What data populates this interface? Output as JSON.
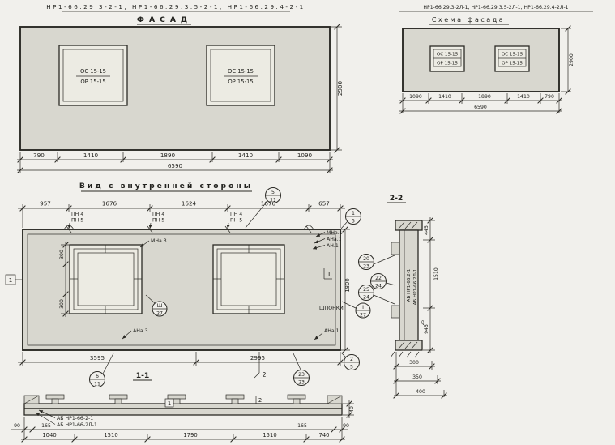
{
  "colors": {
    "paper": "#f1f0ec",
    "panel_fill": "#d8d7cf",
    "opening_fill": "#ecebe3",
    "ink": "#2b2a25"
  },
  "facade": {
    "title": "НР1-66.29.3-2-1, НР1-66.29.3.5-2-1, НР1-66.29.4-2-1",
    "subtitle": "ФАСАД",
    "window1": {
      "line1": "ОС 15-15",
      "line2": "ОР 15-15"
    },
    "window2": {
      "line1": "ОС 15-15",
      "line2": "ОР 15-15"
    },
    "height": "2900",
    "dims": [
      "790",
      "1410",
      "1890",
      "1410",
      "1090"
    ],
    "total": "6590"
  },
  "scheme": {
    "title": "НР1-66.29.3-2Л-1, НР1-66.29.3.5-2Л-1, НР1-66.29.4-2Л-1",
    "subtitle": "Схема фасада",
    "window1": {
      "line1": "ОС 15-15",
      "line2": "ОР 15-15"
    },
    "window2": {
      "line1": "ОС 15-15",
      "line2": "ОР 15-15"
    },
    "height": "2900",
    "dims": [
      "1090",
      "1410",
      "1890",
      "1410",
      "790"
    ],
    "total": "6590"
  },
  "inner": {
    "title": "Вид с внутренней стороны",
    "top_dims": [
      "957",
      "1676",
      "1624",
      "1676",
      "657"
    ],
    "pn": [
      {
        "a": "ПН 4",
        "b": "ПН 5"
      },
      {
        "a": "ПН 4",
        "b": "ПН 5"
      },
      {
        "a": "ПН 4",
        "b": "ПН 5"
      }
    ],
    "mna1": "МНа.1",
    "ana1": "АНа.1",
    "an1": "АН.1",
    "mna3": "МНа.3",
    "ana3": "АНа.3",
    "ana1b": "АНа.1",
    "shponki": "ШПОНКИ",
    "d300a": "300",
    "d300b": "300",
    "d1800": "1800",
    "bottom_dims": [
      "3595",
      "2995"
    ],
    "callouts": {
      "c511": {
        "t": "5",
        "b": "11"
      },
      "c15": {
        "t": "1",
        "b": "5"
      },
      "c2023": {
        "t": "20",
        "b": "23"
      },
      "c2224": {
        "t": "22",
        "b": "24"
      },
      "c2524": {
        "t": "25",
        "b": "24"
      },
      "cI27": {
        "t": "I",
        "b": "27"
      },
      "cIII27": {
        "t": "Ш",
        "b": "27"
      },
      "c611": {
        "t": "6",
        "b": "11"
      },
      "c2323": {
        "t": "23",
        "b": "23"
      },
      "c25": {
        "t": "2",
        "b": "5"
      }
    },
    "marks": {
      "m1": "1",
      "m2": "2"
    }
  },
  "section22": {
    "title": "2-2",
    "d445": "445",
    "d1510": "1510",
    "d945": "945",
    "d25": "25",
    "label1": "АБ НР1-66.2-1",
    "label2": "АБ НР1-66.2Л-1",
    "bottom_dims": [
      "300",
      "350",
      "400"
    ]
  },
  "section11": {
    "title": "1-1",
    "label1": "АБ НР1-66-2-1",
    "label2": "АБ НР1-66-2Л-1",
    "d40": "40",
    "row1": [
      "90",
      "165",
      "165",
      "90"
    ],
    "row2": [
      "1040",
      "1510",
      "1790",
      "1510",
      "740"
    ]
  }
}
